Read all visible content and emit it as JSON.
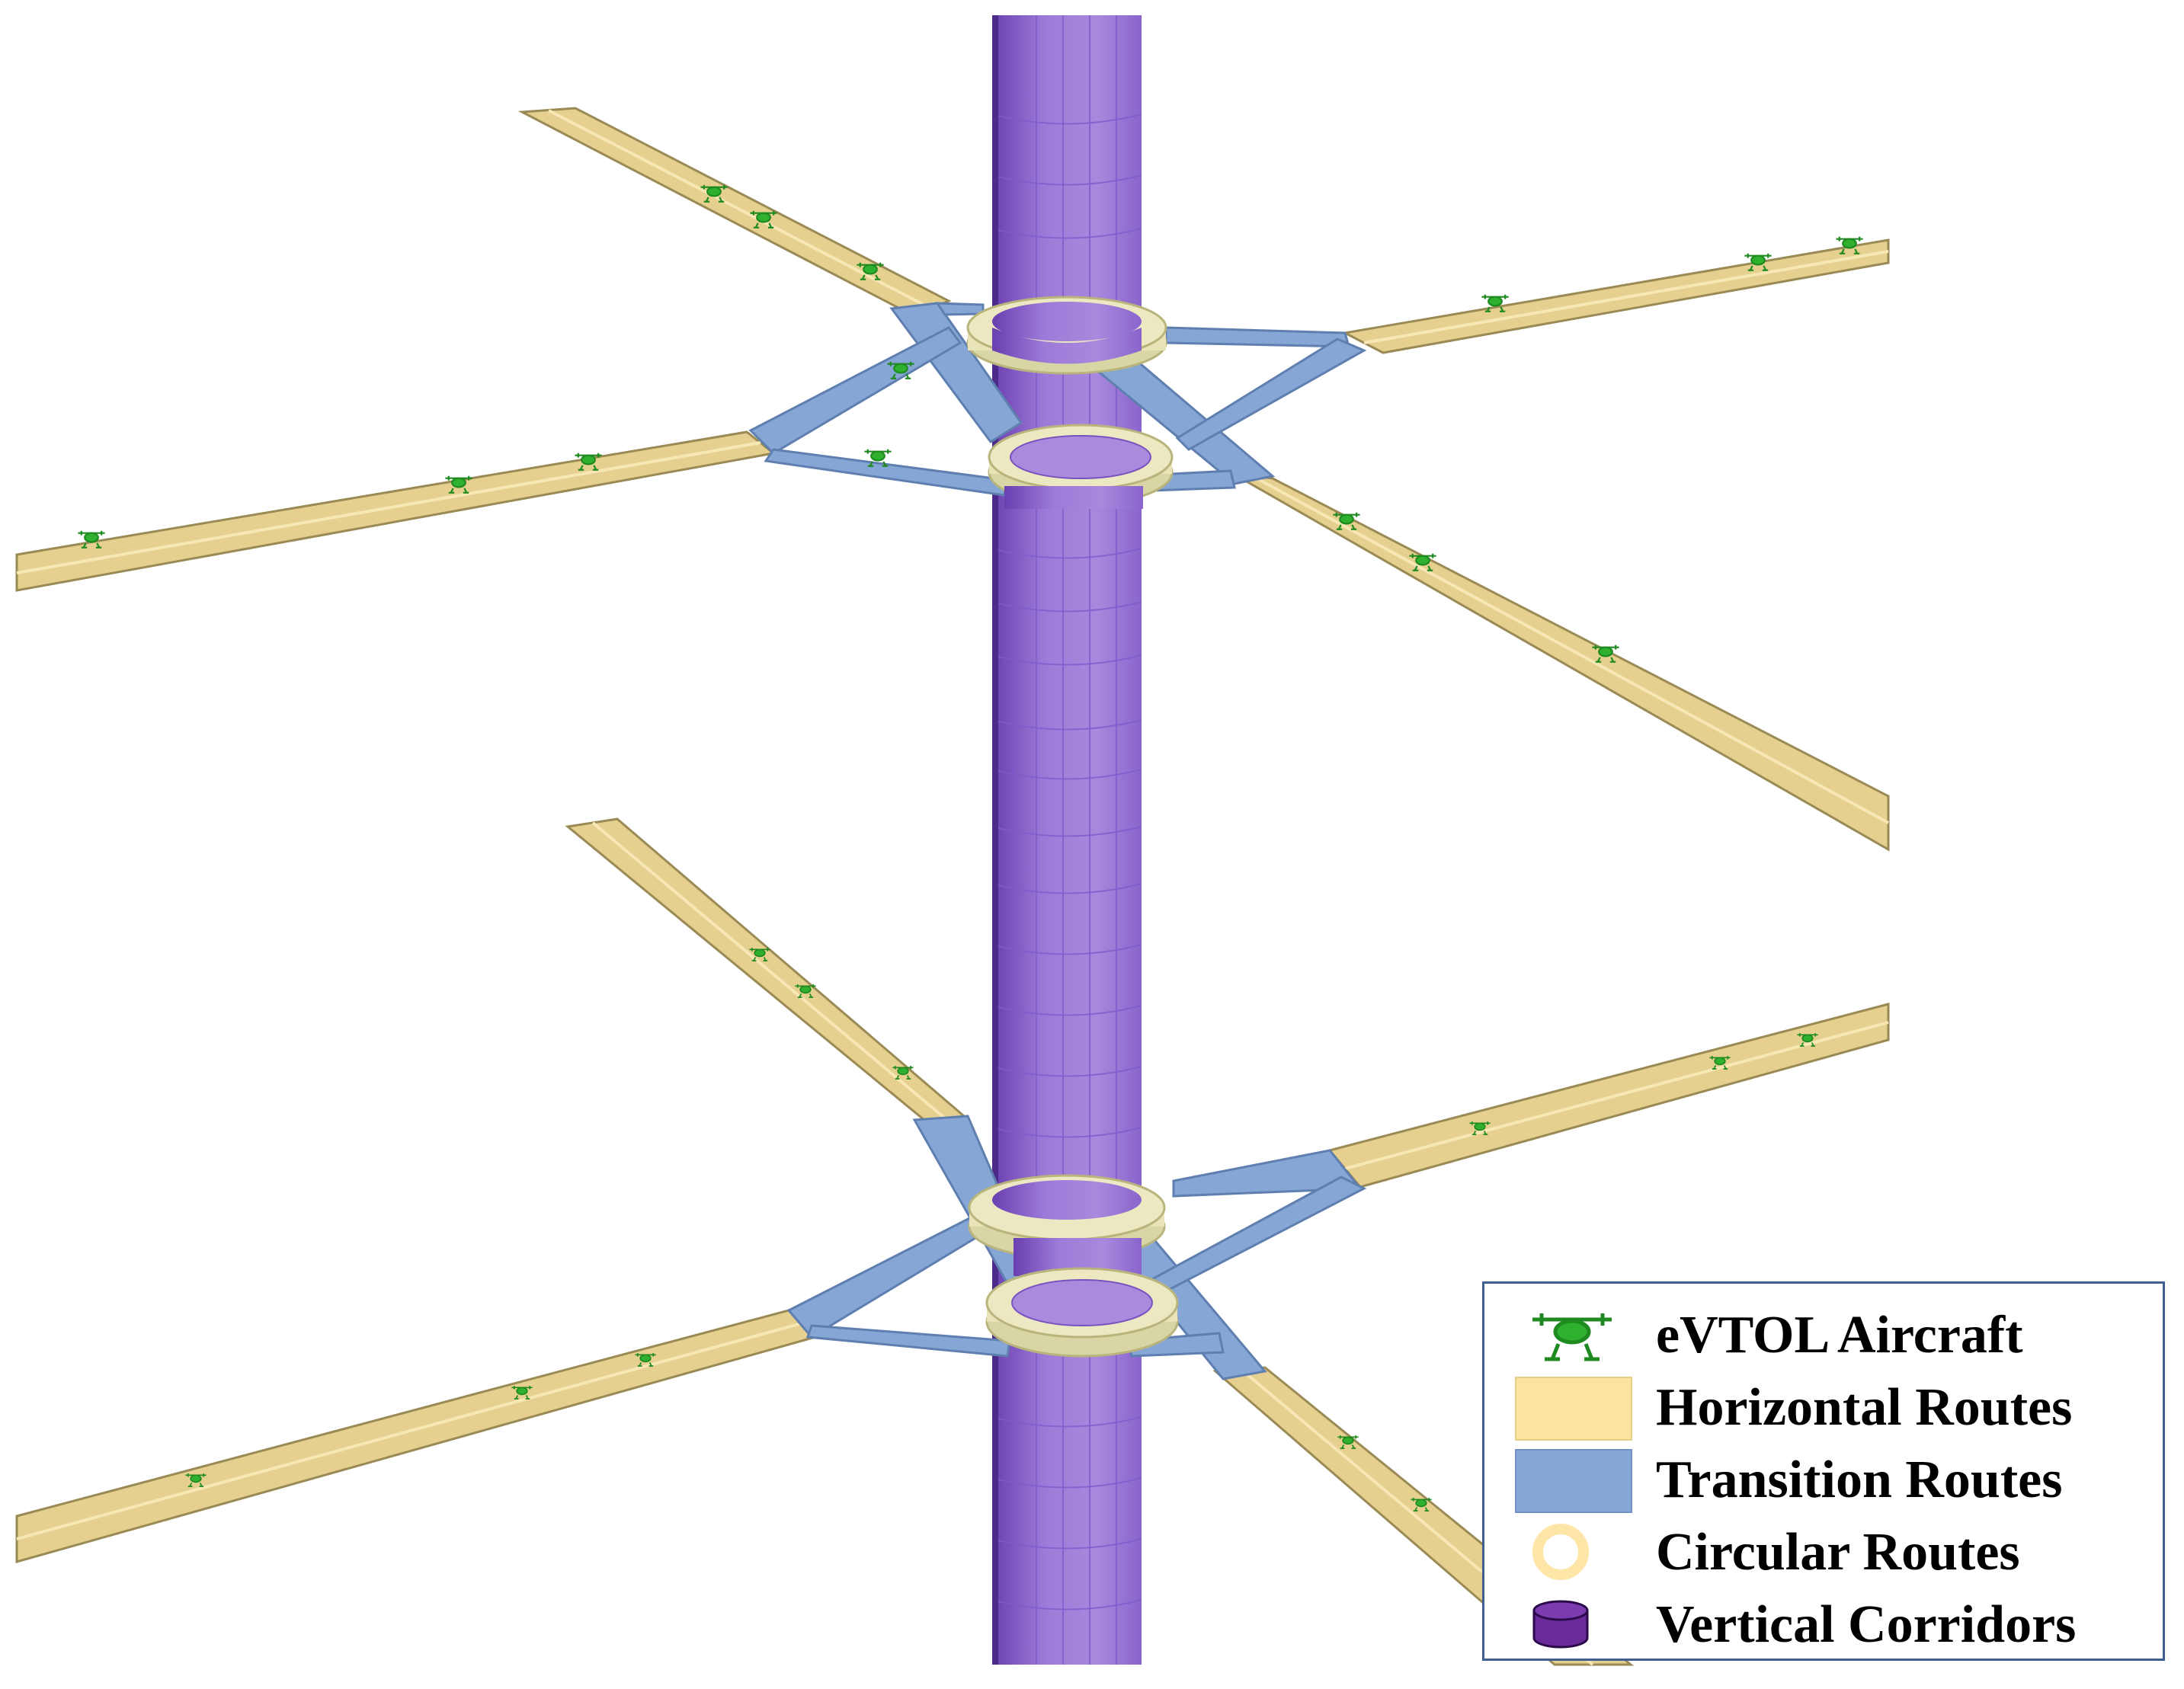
{
  "colors": {
    "horizontal_route": "#e6d08f",
    "horizontal_route_edge": "#9a8a55",
    "transition_route": "#86a6d6",
    "transition_route_edge": "#5f7fb0",
    "circular_route": "#e8e4b8",
    "vertical_corridor": "#9b77d6",
    "vertical_corridor_dark": "#7a52c0",
    "aircraft": "#2aa52a",
    "legend_border": "#3f5f93"
  },
  "legend": {
    "items": [
      {
        "label": "eVTOL Aircraft",
        "icon": "drone-icon"
      },
      {
        "label": "Horizontal Routes",
        "icon": "yellow-swatch"
      },
      {
        "label": "Transition Routes",
        "icon": "blue-swatch"
      },
      {
        "label": "Circular Routes",
        "icon": "ring-icon"
      },
      {
        "label": "Vertical Corridors",
        "icon": "cylinder-icon"
      }
    ]
  }
}
